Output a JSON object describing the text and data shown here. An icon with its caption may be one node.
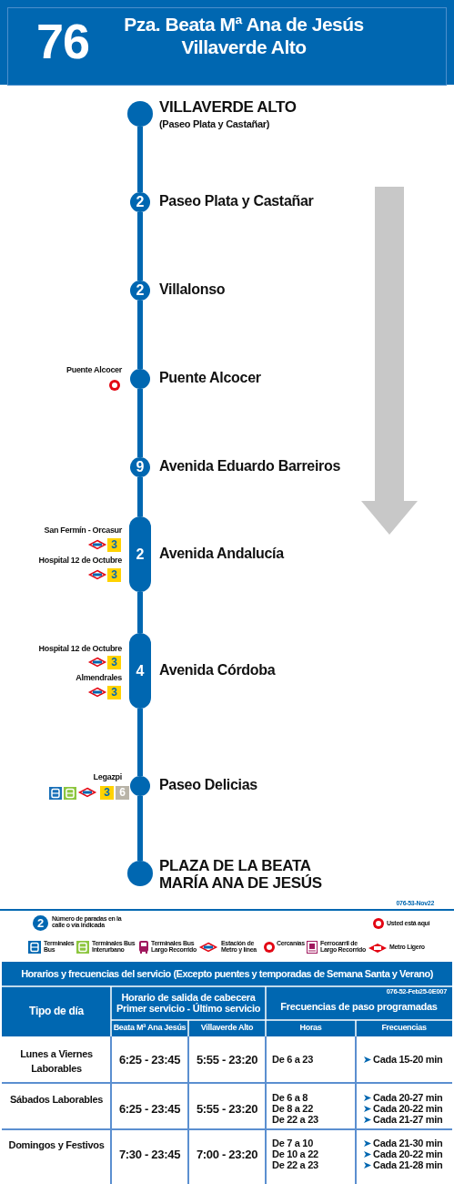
{
  "diagram": {
    "title": "Pza. Beata Mª Ana de Jesús Villaverde Alto",
    "nodes": [
      {
        "text": [
          "VILLAVERDE ALTO",
          "(Paseo Plata y Castañar)"
        ]
      },
      {
        "text": [
          "2",
          "Paseo Plata y Castañar"
        ]
      },
      {
        "text": [
          "2",
          "Villalonso"
        ]
      },
      {
        "text": [
          "Puente Alcocer"
        ],
        "beside": [
          "Puente Alcocer"
        ]
      },
      {
        "text": [
          "9",
          "Avenida Eduardo Barreiros"
        ]
      },
      {
        "text": [
          "2",
          "Avenida Andalucía"
        ],
        "beside": [
          "San Fermín - Orcasur",
          "3",
          "Hospital 12 de Octubre",
          "3"
        ]
      },
      {
        "text": [
          "4",
          "Avenida Córdoba"
        ],
        "beside": [
          "Hospital 12 de Octubre",
          "3",
          "Almendrales",
          "3"
        ]
      },
      {
        "text": [
          "Paseo Delicias"
        ],
        "beside": [
          "Legazpi",
          "3",
          "6"
        ]
      },
      {
        "text": [
          "PLAZA DE LA BEATA MARÍA ANA DE JESÚS"
        ]
      }
    ],
    "edges": [
      {
        "from": 0,
        "to": 1,
        "arrow": "none"
      },
      {
        "from": 1,
        "to": 2,
        "arrow": "none"
      },
      {
        "from": 2,
        "to": 3,
        "arrow": "none"
      },
      {
        "from": 3,
        "to": 4,
        "arrow": "none"
      },
      {
        "from": 4,
        "to": 5,
        "arrow": "none"
      },
      {
        "from": 5,
        "to": 6,
        "arrow": "none"
      },
      {
        "from": 6,
        "to": 7,
        "arrow": "none"
      },
      {
        "from": 7,
        "to": 8,
        "arrow": "none"
      }
    ],
    "labels": [
      "76",
      "076-53-Nov22",
      "Horarios y frecuencias del servicio (Excepto puentes y temporadas de Semana Santa y Verano)",
      "Tipo de día",
      "Horario de salida de cabecera Primer servicio - Último servicio",
      "076-52-Feb25-0E007",
      "Frecuencias de paso programadas",
      "Beata Mª Ana Jesús",
      "Villaverde Alto",
      "Horas",
      "Frecuencias",
      "Lunes a Viernes Laborables",
      "6:25 - 23:45",
      "5:55 - 23:20",
      "De 6 a 23",
      "Cada 15-20 min",
      "Sábados Laborables",
      "6:25 - 23:45",
      "5:55 - 23:20",
      "De 6 a 8",
      "De 8 a 22",
      "De 22 a 23",
      "Cada 20-27 min",
      "Cada 20-22 min",
      "Cada 21-27 min",
      "Domingos y Festivos",
      "7:30 - 23:45",
      "7:00 - 23:20",
      "De 7 a 10",
      "De 10 a 22",
      "De 22 a 23",
      "Cada 21-30 min",
      "Cada 20-22 min",
      "Cada 21-28 min",
      "2"
    ],
    "legend": [
      {
        "text": "Número de paradas en la calle o vía indicada"
      },
      {
        "text": "Usted está aquí"
      },
      {
        "text": "Terminales Bus"
      },
      {
        "text": "Terminales Bus Interurbano"
      },
      {
        "text": "Terminales Bus Largo Recorrido"
      },
      {
        "text": "Estación de Metro y línea"
      },
      {
        "text": "Cercanías"
      },
      {
        "text": "Ferrocarril de Largo Recorrido"
      },
      {
        "text": "Metro Ligero"
      }
    ]
  }
}
